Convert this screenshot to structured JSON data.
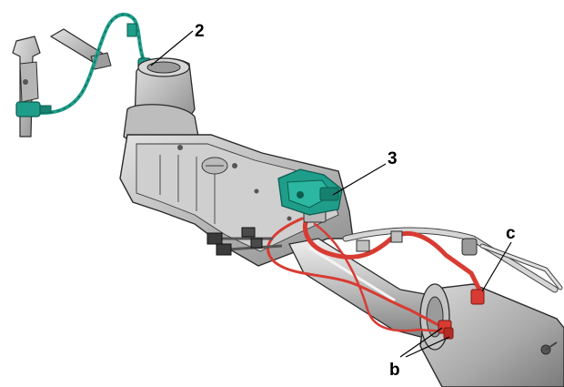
{
  "callouts": {
    "c2": "2",
    "c3": "3",
    "cc": "c",
    "cb": "b"
  },
  "colors": {
    "sensor_green": "#1e9e8a",
    "hose_red": "#d83b32",
    "metal_light": "#c9c9c9",
    "metal_mid": "#a8a8a8",
    "metal_dark": "#6f6f6f",
    "outline": "#2b2b2b"
  }
}
